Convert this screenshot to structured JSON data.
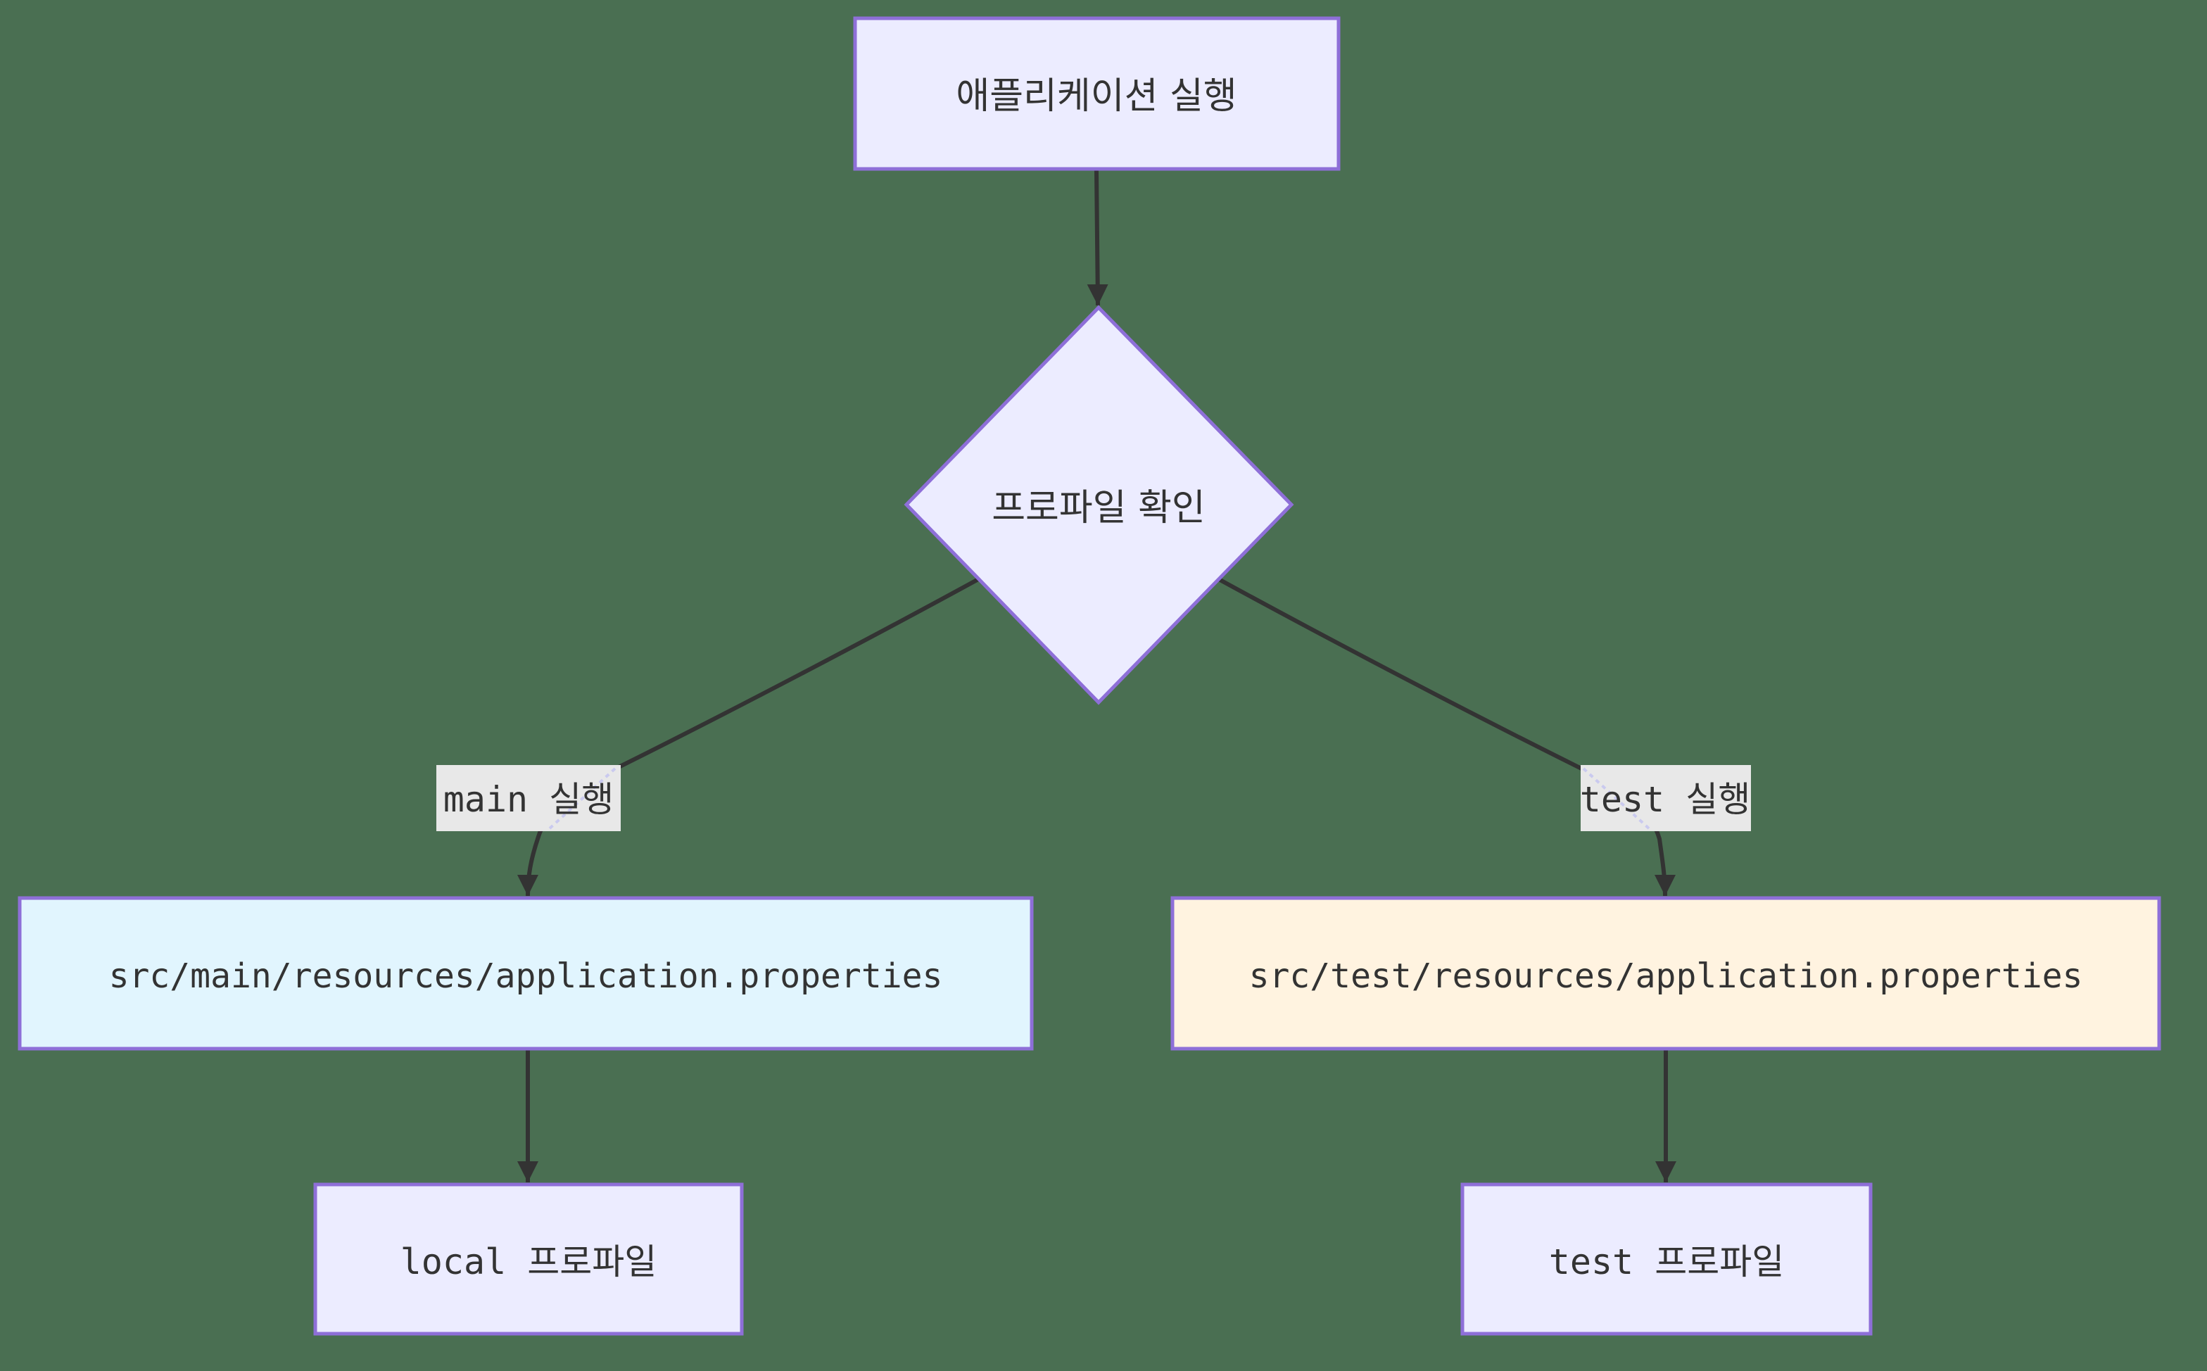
{
  "diagram": {
    "type": "flowchart-top-down",
    "colors": {
      "background": "#4A6F52",
      "edge": "#333333",
      "node_border": "#8E6FD8",
      "text": "#333333",
      "lavender_fill": "#ECECFF",
      "blue_fill": "#E1F5FE",
      "cream_fill": "#FFF3E0",
      "edge_label_bg": "#E8E8E8",
      "edge_label_line": "#C6C6F0"
    },
    "nodes": {
      "start": {
        "label": "애플리케이션 실행"
      },
      "decision": {
        "label": "프로파일 확인"
      },
      "main_props": {
        "label": "src/main/resources/application.properties"
      },
      "test_props": {
        "label": "src/test/resources/application.properties"
      },
      "local_profile": {
        "label": "local 프로파일"
      },
      "test_profile": {
        "label": "test 프로파일"
      }
    },
    "edge_labels": {
      "main_branch": "main 실행",
      "test_branch": "test 실행"
    },
    "edges": [
      {
        "from": "start",
        "to": "decision",
        "label": ""
      },
      {
        "from": "decision",
        "to": "main_props",
        "label": "main 실행"
      },
      {
        "from": "decision",
        "to": "test_props",
        "label": "test 실행"
      },
      {
        "from": "main_props",
        "to": "local_profile",
        "label": ""
      },
      {
        "from": "test_props",
        "to": "test_profile",
        "label": ""
      }
    ]
  }
}
